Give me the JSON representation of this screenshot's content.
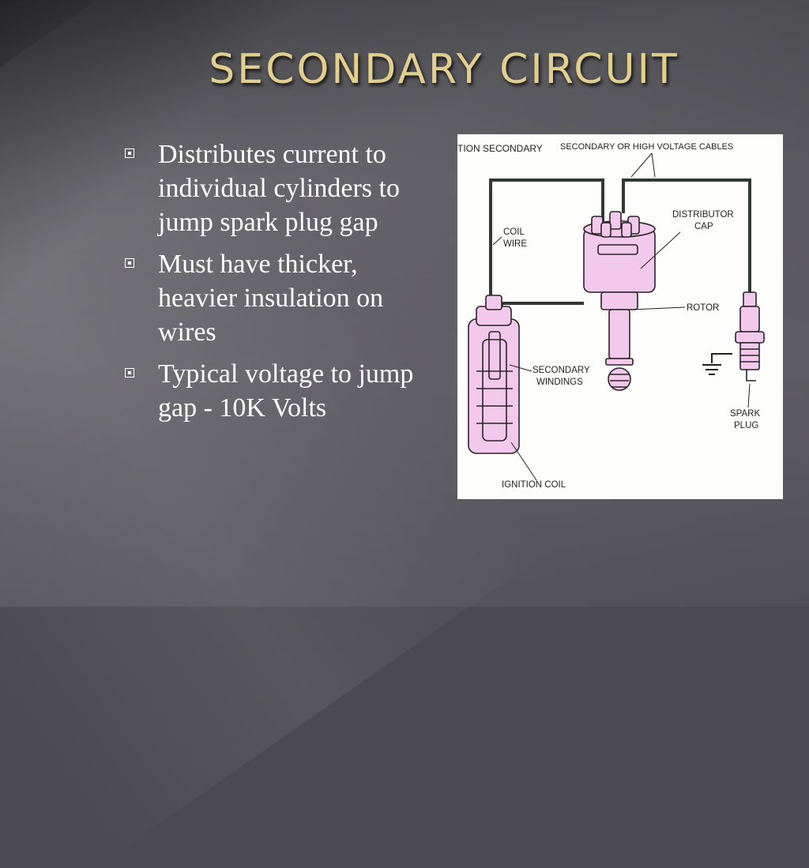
{
  "slide": {
    "title": "SECONDARY CIRCUIT",
    "bullets": [
      "Distributes current to individual cylinders to jump spark plug gap",
      "Must have thicker, heavier insulation on wires",
      "Typical voltage to jump gap - 10K Volts"
    ]
  },
  "diagram": {
    "header": "TION SECONDARY",
    "labels": {
      "cables": "SECONDARY OR HIGH VOLTAGE CABLES",
      "distributor_cap_1": "DISTRIBUTOR",
      "distributor_cap_2": "CAP",
      "coil_wire_1": "COIL",
      "coil_wire_2": "WIRE",
      "rotor": "ROTOR",
      "secondary_windings_1": "SECONDARY",
      "secondary_windings_2": "WINDINGS",
      "spark_plug_1": "SPARK",
      "spark_plug_2": "PLUG",
      "ignition_coil": "IGNITION COIL"
    }
  },
  "colors": {
    "title": "#e0cf8d",
    "text": "#ffffff",
    "component_fill": "#f2c9ec",
    "wire": "#2f3a35"
  }
}
